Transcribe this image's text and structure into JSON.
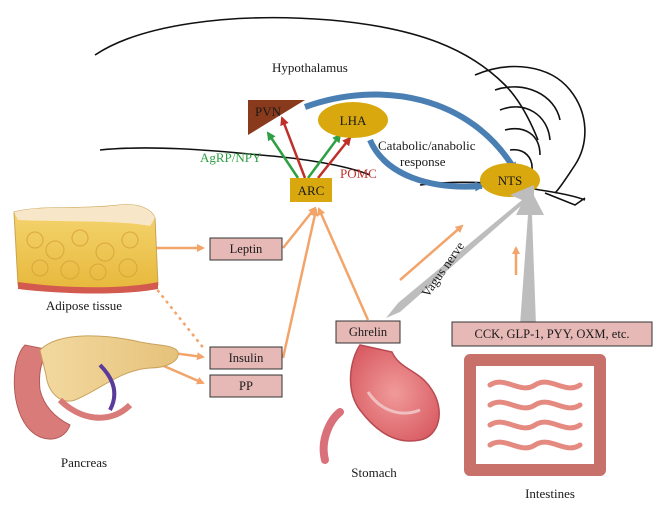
{
  "regions": {
    "hypothalamus": "Hypothalamus",
    "catabolic": "Catabolic/anabolic",
    "response": "response",
    "vagus": "Vagus nerve"
  },
  "nodes": {
    "pvn": "PVN",
    "lha": "LHA",
    "arc": "ARC",
    "nts": "NTS"
  },
  "pathways": {
    "agrp": "AgRP/NPY",
    "pomc": "POMC"
  },
  "hormones": {
    "leptin": "Leptin",
    "insulin": "Insulin",
    "pp": "PP",
    "ghrelin": "Ghrelin",
    "gut": "CCK, GLP-1, PYY, OXM, etc."
  },
  "organs": {
    "adipose": "Adipose tissue",
    "pancreas": "Pancreas",
    "stomach": "Stomach",
    "intestines": "Intestines"
  },
  "colors": {
    "node_gold": "#d9a80f",
    "pvn_brown": "#8a3a1c",
    "hormone_box": "#e6b8b6",
    "arrow_orange": "#f2a46b",
    "arrow_blue": "#4a7fb3",
    "arrow_green": "#2ea043",
    "arrow_red": "#c0302a",
    "vagus_gray": "#bdbdbd"
  }
}
